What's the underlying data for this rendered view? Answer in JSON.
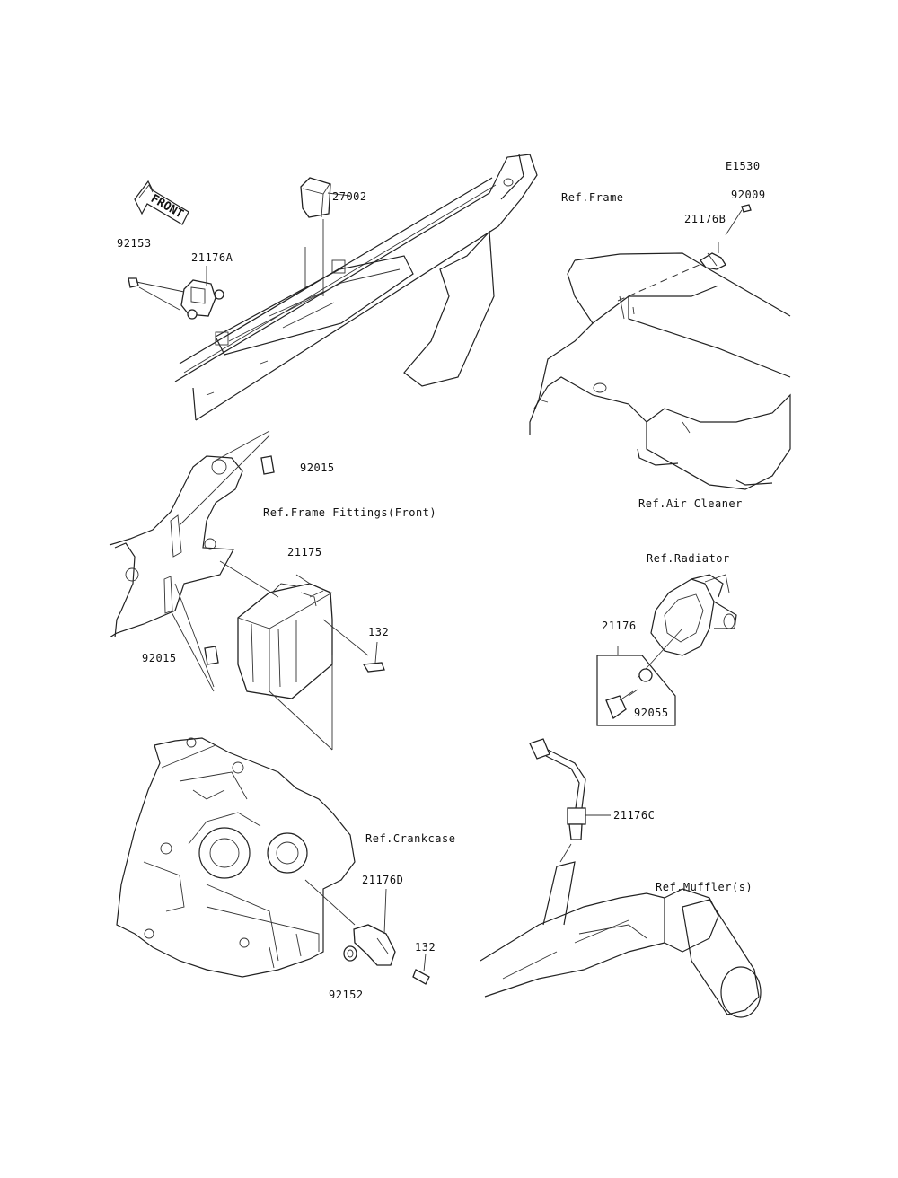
{
  "diagram_code": "E1530",
  "front_label": "FRONT",
  "labels": {
    "l27002": "27002",
    "ref_frame": "Ref.Frame",
    "l92009": "92009",
    "l21176B": "21176B",
    "l92153": "92153",
    "l21176A": "21176A",
    "l92015_top": "92015",
    "ref_frame_fittings": "Ref.Frame Fittings(Front)",
    "ref_air_cleaner": "Ref.Air Cleaner",
    "l21175": "21175",
    "l132_mid": "132",
    "l92015_mid": "92015",
    "ref_radiator": "Ref.Radiator",
    "l21176": "21176",
    "l92055": "92055",
    "ref_crankcase": "Ref.Crankcase",
    "l21176C": "21176C",
    "l21176D": "21176D",
    "l132_bot": "132",
    "l92152": "92152",
    "ref_mufflers": "Ref.Muffler(s)"
  }
}
